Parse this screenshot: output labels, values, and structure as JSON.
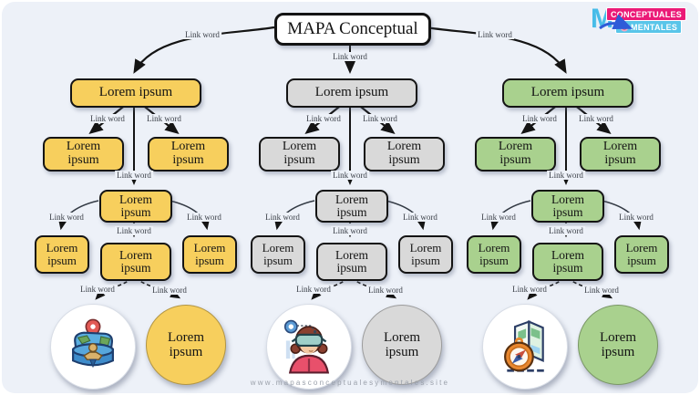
{
  "title": "MAPA Conceptual",
  "link_label": "Link word",
  "footer_url": "www.mapasconceptualesymentales.site",
  "logo": {
    "letter": "M",
    "line1": "CONCEPTUALES",
    "line2": "MENTALES",
    "letter_color": "#47BCE8",
    "badge1_color": "#EB1A77",
    "badge2_color": "#59C5E9"
  },
  "colors": {
    "background": "#EDF1F8",
    "box_border": "#141414",
    "yellow": "#F7CF5D",
    "gray": "#D9D9D9",
    "green": "#A9D18E"
  },
  "branches": [
    {
      "theme": "yellow",
      "fill": "#F7CF5D",
      "main": "Lorem ipsum",
      "child_left": "Lorem ipsum",
      "child_right": "Lorem ipsum",
      "mid": "Lorem ipsum",
      "sub_left": "Lorem ipsum",
      "sub_center": "Lorem ipsum",
      "sub_right": "Lorem ipsum",
      "icon": "globe-map-pin",
      "leaf": "Lorem ipsum"
    },
    {
      "theme": "gray",
      "fill": "#D9D9D9",
      "main": "Lorem ipsum",
      "child_left": "Lorem ipsum",
      "child_right": "Lorem ipsum",
      "mid": "Lorem ipsum",
      "sub_left": "Lorem ipsum",
      "sub_center": "Lorem ipsum",
      "sub_right": "Lorem ipsum",
      "icon": "vr-person",
      "leaf": "Lorem ipsum"
    },
    {
      "theme": "green",
      "fill": "#A9D18E",
      "main": "Lorem ipsum",
      "child_left": "Lorem ipsum",
      "child_right": "Lorem ipsum",
      "mid": "Lorem ipsum",
      "sub_left": "Lorem ipsum",
      "sub_center": "Lorem ipsum",
      "sub_right": "Lorem ipsum",
      "icon": "compass-map",
      "leaf": "Lorem ipsum"
    }
  ]
}
